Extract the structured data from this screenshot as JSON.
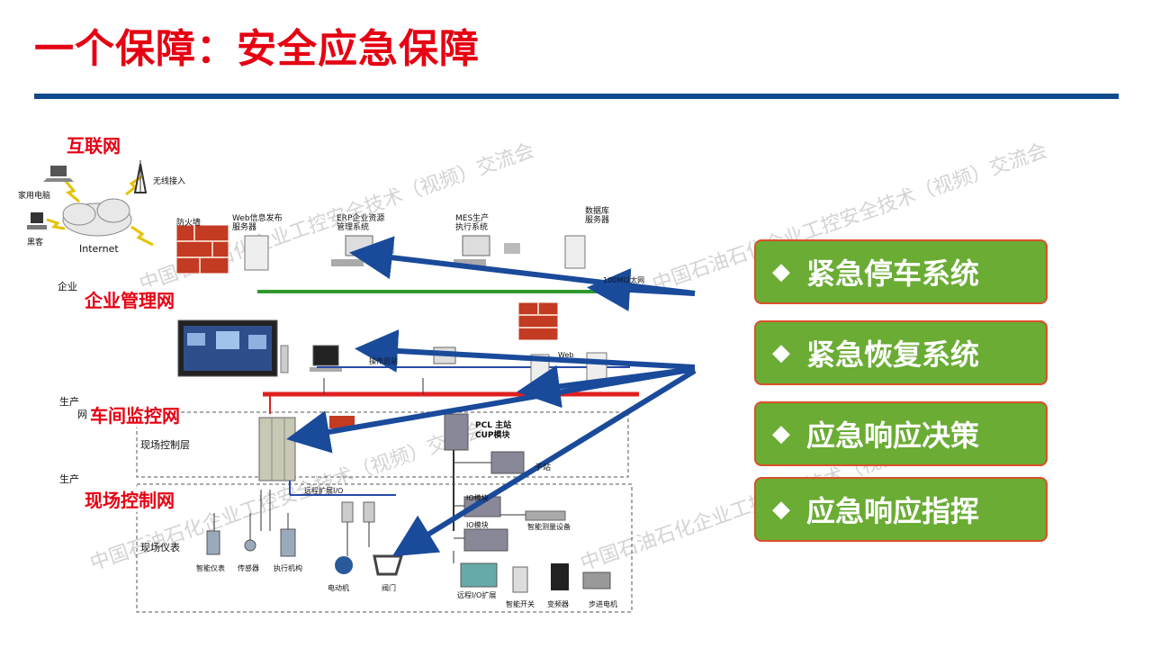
{
  "title": "一个保障：安全应急保障",
  "networks": {
    "internet": "互联网",
    "enterprise": "企业管理网",
    "workshop": "车间监控网",
    "field": "现场控制网"
  },
  "diagram_labels": {
    "home_pc": "家用电脑",
    "hacker": "黑客",
    "internet": "Internet",
    "wireless": "无线接入",
    "firewall": "防火墙",
    "web_server": "Web信息发布 服务器",
    "erp": "ERP企业资源 管理系统",
    "mes": "MES生产 执行系统",
    "db_server": "数据库 服务器",
    "ethernet": "100M以太网",
    "ops": "操作员站",
    "web": "Web",
    "pcl": "PCL 主站 CUP模块",
    "substation": "子站",
    "field_ctrl_layer": "现场控制层",
    "remote_io": "远程扩展I/O",
    "io_module_1": "IO模块",
    "io_module_2": "IO模块",
    "smart_measure": "智能测量设备",
    "field_instr": "现场仪表",
    "smart_instr": "智能仪表",
    "sensor": "传感器",
    "actuator": "执行机构",
    "motor": "电动机",
    "valve": "阀门",
    "remote_io_ext": "远程I/O扩展",
    "smart_switch": "智能开关",
    "inverter": "变频器",
    "stepper": "步进电机",
    "layer_enterprise": "企业",
    "layer_prod1": "生产",
    "layer_prod2": "生产",
    "layer_prod2b": "网"
  },
  "watermark": "中国石油石化企业工控安全技术（视频）交流会",
  "actions": [
    "紧急停车系统",
    "紧急恢复系统",
    "应急响应决策",
    "应急响应指挥"
  ],
  "colors": {
    "title": "#e60012",
    "rule": "#0f4a8e",
    "button_fill": "#6aac34",
    "button_border": "#d9502a",
    "arrow": "#1a4a9a",
    "ethernet_green": "#2e9a2e",
    "bus_red": "#e02020"
  },
  "icons": {
    "diamond": "◆"
  }
}
